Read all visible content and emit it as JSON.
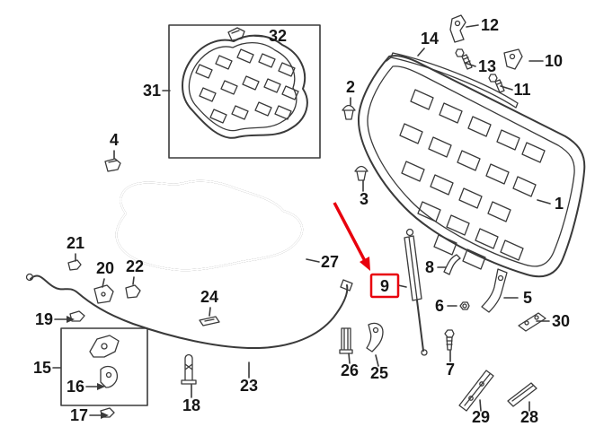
{
  "diagram": {
    "background": "#ffffff",
    "line_color": "#3a3a3a",
    "label_color": "#161616",
    "highlight_color": "#e8000d",
    "highlighted_part": "9",
    "callouts": [
      {
        "label": "1"
      },
      {
        "label": "2"
      },
      {
        "label": "3"
      },
      {
        "label": "4"
      },
      {
        "label": "5"
      },
      {
        "label": "6"
      },
      {
        "label": "7"
      },
      {
        "label": "8"
      },
      {
        "label": "9"
      },
      {
        "label": "10"
      },
      {
        "label": "11"
      },
      {
        "label": "12"
      },
      {
        "label": "13"
      },
      {
        "label": "14"
      },
      {
        "label": "15"
      },
      {
        "label": "16"
      },
      {
        "label": "17"
      },
      {
        "label": "18"
      },
      {
        "label": "19"
      },
      {
        "label": "20"
      },
      {
        "label": "21"
      },
      {
        "label": "22"
      },
      {
        "label": "23"
      },
      {
        "label": "24"
      },
      {
        "label": "25"
      },
      {
        "label": "26"
      },
      {
        "label": "27"
      },
      {
        "label": "28"
      },
      {
        "label": "29"
      },
      {
        "label": "30"
      },
      {
        "label": "31"
      },
      {
        "label": "32"
      }
    ]
  }
}
